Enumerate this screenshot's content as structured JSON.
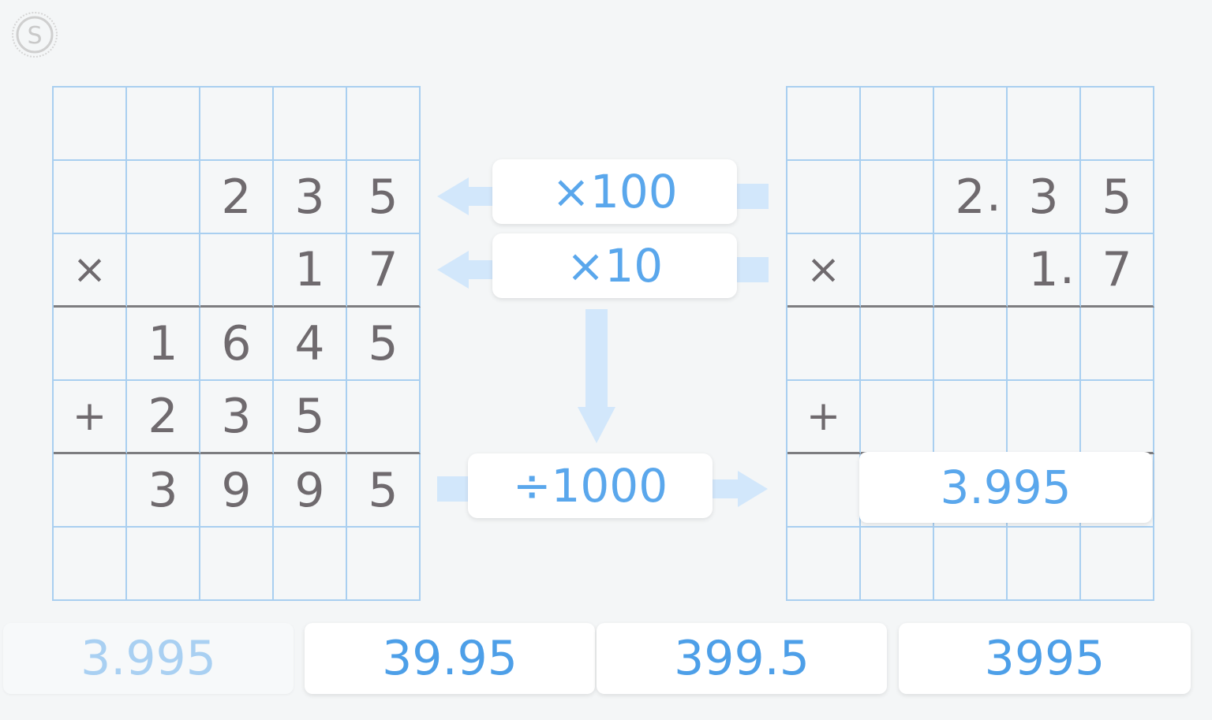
{
  "left_grid": {
    "rows": [
      [
        "",
        "",
        "",
        "",
        ""
      ],
      [
        "",
        "",
        "2",
        "3",
        "5"
      ],
      [
        "×",
        "",
        "",
        "1",
        "7"
      ],
      [
        "",
        "1",
        "6",
        "4",
        "5"
      ],
      [
        "+",
        "2",
        "3",
        "5",
        ""
      ],
      [
        "",
        "3",
        "9",
        "9",
        "5"
      ],
      [
        "",
        "",
        "",
        "",
        ""
      ]
    ]
  },
  "right_grid": {
    "rows": [
      [
        "",
        "",
        "",
        "",
        ""
      ],
      [
        "",
        "",
        "2",
        "3",
        "5"
      ],
      [
        "×",
        "",
        "",
        "1",
        "7"
      ],
      [
        "",
        "",
        "",
        "",
        ""
      ],
      [
        "+",
        "",
        "",
        "",
        ""
      ],
      [
        "",
        "",
        "",
        "",
        ""
      ],
      [
        "",
        "",
        "",
        "",
        ""
      ]
    ],
    "decimal_point": "."
  },
  "operations": {
    "mult_100": "×100",
    "mult_10": "×10",
    "div_1000": "÷1000"
  },
  "result": "3.995",
  "choices": [
    "3.995",
    "39.95",
    "399.5",
    "3995"
  ],
  "colors": {
    "accent": "#5aa7ec",
    "arrow": "#d2e7fb",
    "grid_line": "#a9cff0",
    "digit": "#6f6a6e"
  }
}
